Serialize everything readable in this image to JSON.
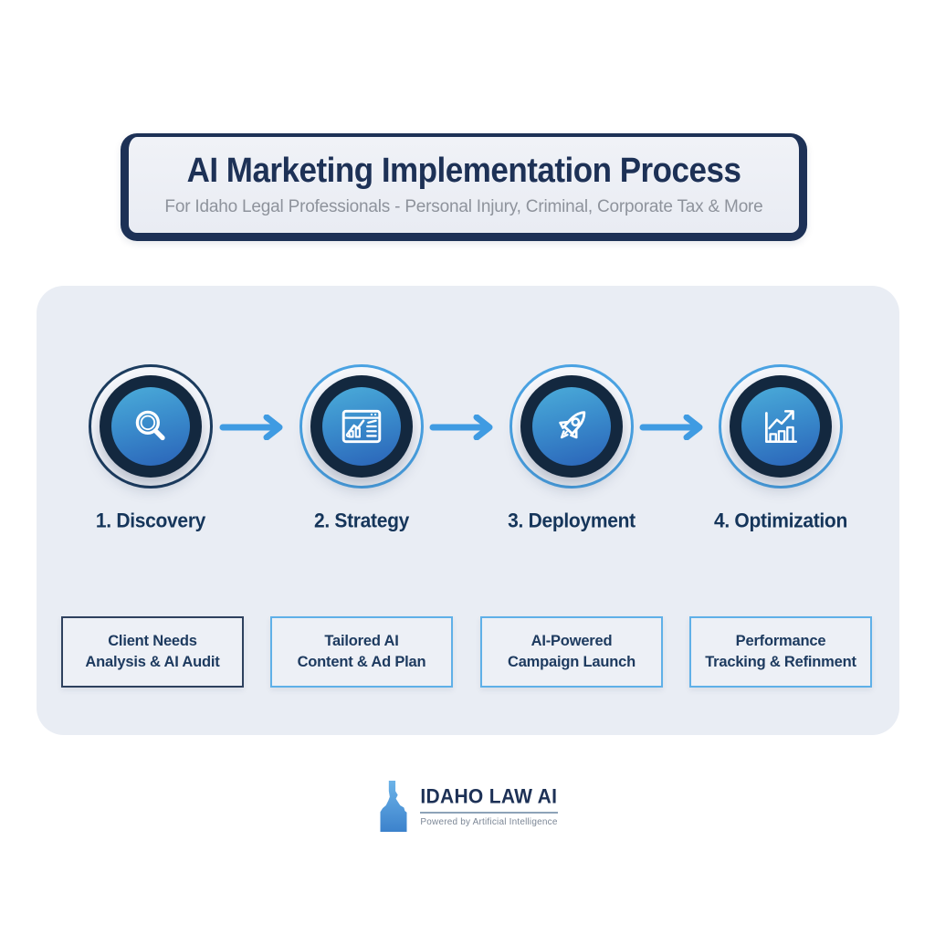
{
  "header": {
    "title": "AI Marketing Implementation Process",
    "subtitle": "For Idaho Legal Professionals - Personal Injury, Criminal, Corporate Tax & More"
  },
  "steps": [
    {
      "label": "1. Discovery",
      "icon": "magnifying-glass",
      "box_line1": "Client Needs",
      "box_line2": "Analysis & AI Audit",
      "outer_ring_color": "#1c3c5e",
      "box_border_color": "#2e415e"
    },
    {
      "label": "2. Strategy",
      "icon": "dashboard-chart",
      "box_line1": "Tailored AI",
      "box_line2": "Content & Ad Plan",
      "outer_ring_color": "#4aa2e2",
      "box_border_color": "#5fb0e8"
    },
    {
      "label": "3. Deployment",
      "icon": "rocket",
      "box_line1": "AI-Powered",
      "box_line2": "Campaign Launch",
      "outer_ring_color": "#4aa2e2",
      "box_border_color": "#5fb0e8"
    },
    {
      "label": "4. Optimization",
      "icon": "growth-chart",
      "box_line1": "Performance",
      "box_line2": "Tracking & Refinment",
      "outer_ring_color": "#4aa2e2",
      "box_border_color": "#5fb0e8"
    }
  ],
  "footer": {
    "brand": "IDAHO LAW AI",
    "tagline": "Powered by Artificial Intelligence"
  },
  "colors": {
    "navy_text": "#1d3156",
    "accent_blue": "#3f9be2",
    "panel_bg": "#e9edf4",
    "thick_ring_navy": "#13283f",
    "inner_circle_top": "#4bacd9",
    "inner_circle_bottom": "#2a63b8",
    "subtitle_gray": "#8e939c"
  }
}
